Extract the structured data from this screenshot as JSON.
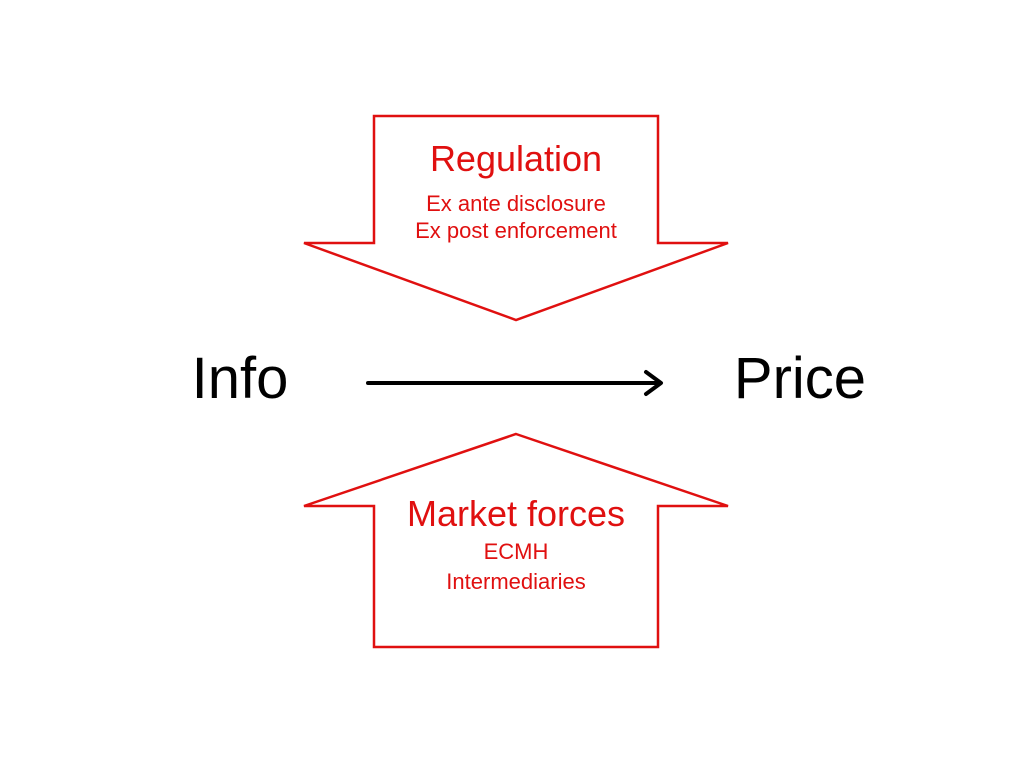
{
  "regulation": {
    "title": "Regulation",
    "items": [
      "Ex ante disclosure",
      "Ex post enforcement"
    ]
  },
  "market_forces": {
    "title": "Market forces",
    "items": [
      "ECMH",
      "Intermediaries"
    ]
  },
  "flow": {
    "from": "Info",
    "to": "Price"
  },
  "colors": {
    "accent": "#e01010",
    "text": "#000000",
    "background": "#ffffff"
  }
}
